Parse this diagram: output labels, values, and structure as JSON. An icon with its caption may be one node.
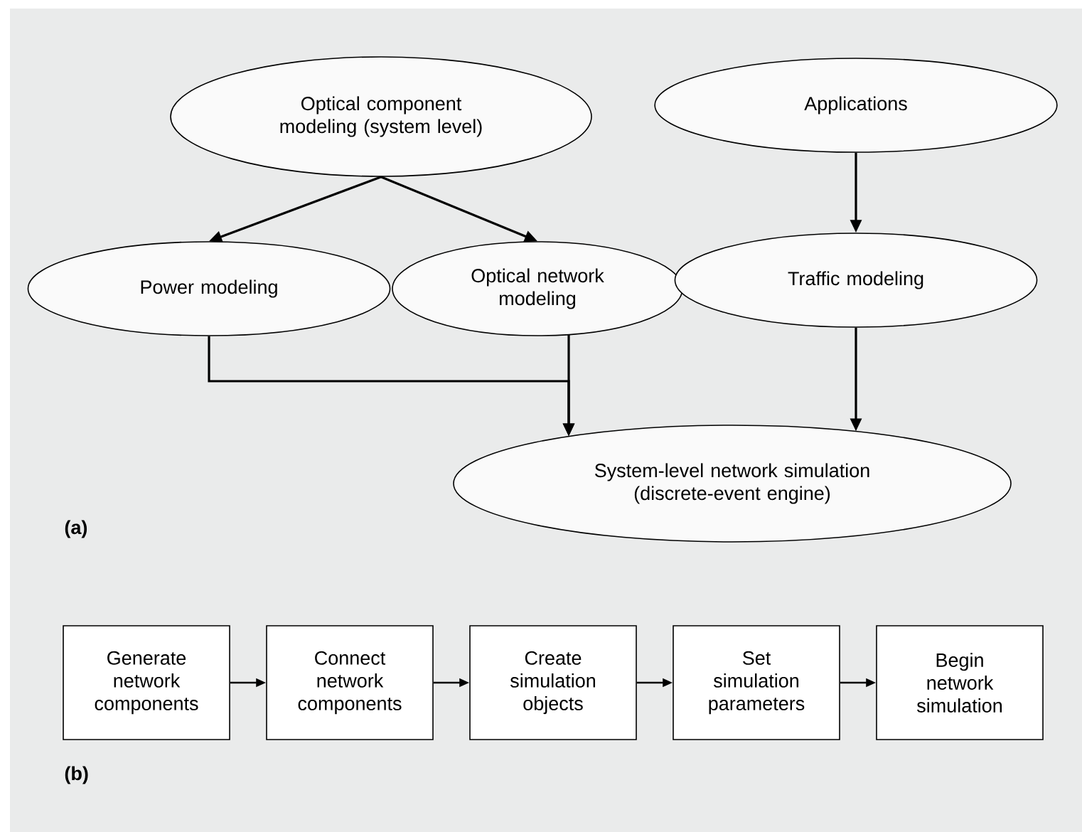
{
  "diagram": {
    "nodes": [
      {
        "text": [
          "Optical component modeling (system level)"
        ]
      },
      {
        "text": [
          "Power modeling"
        ]
      },
      {
        "text": [
          "Optical network modeling"
        ]
      },
      {
        "text": [
          "Applications"
        ]
      },
      {
        "text": [
          "Traffic modeling"
        ]
      },
      {
        "text": [
          "System-level network simulation (discrete-event engine)"
        ]
      },
      {
        "text": [
          "Generate network components"
        ]
      },
      {
        "text": [
          "Connect network components"
        ]
      },
      {
        "text": [
          "Create simulation objects"
        ]
      },
      {
        "text": [
          "Set simulation parameters"
        ]
      },
      {
        "text": [
          "Begin network simulation"
        ]
      }
    ],
    "edges": [
      {
        "from": 0,
        "to": 1,
        "arrow": "to"
      },
      {
        "from": 0,
        "to": 2,
        "arrow": "to"
      },
      {
        "from": 3,
        "to": 4,
        "arrow": "to"
      },
      {
        "from": 1,
        "to": 5,
        "arrow": "to"
      },
      {
        "from": 2,
        "to": 5,
        "arrow": "to"
      },
      {
        "from": 4,
        "to": 5,
        "arrow": "to"
      },
      {
        "from": 6,
        "to": 7,
        "arrow": "to"
      },
      {
        "from": 7,
        "to": 8,
        "arrow": "to"
      },
      {
        "from": 8,
        "to": 9,
        "arrow": "to"
      },
      {
        "from": 9,
        "to": 10,
        "arrow": "to"
      }
    ],
    "labels": [
      "(a)",
      "(b)"
    ]
  }
}
